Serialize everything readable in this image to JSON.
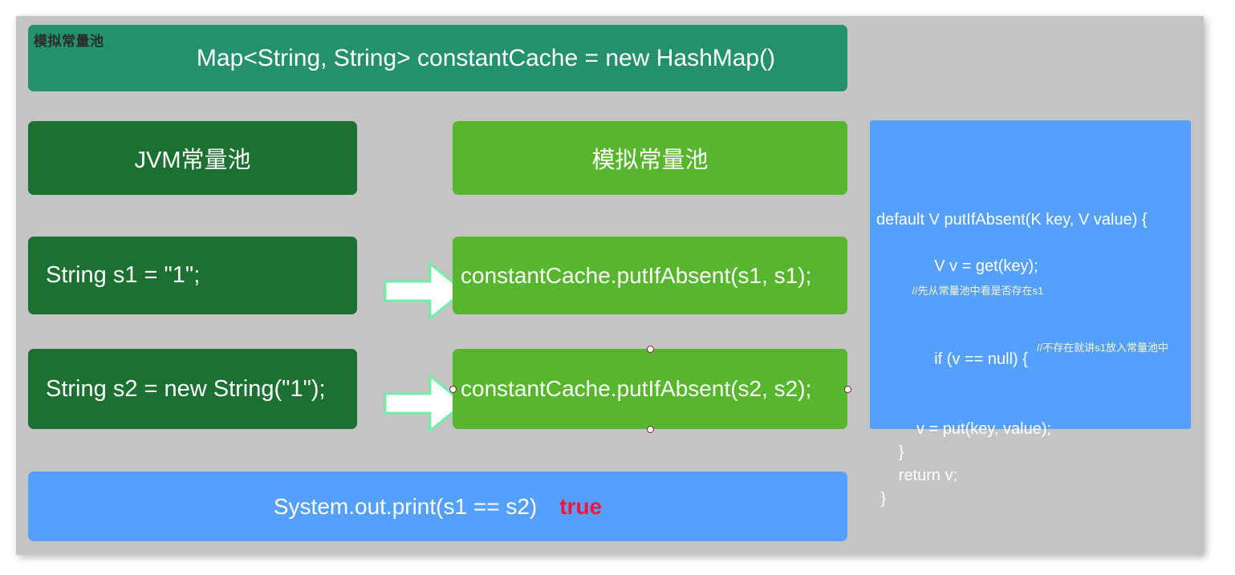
{
  "diagram": {
    "overlay_label": "模拟常量池",
    "header": {
      "text": "Map<String, String> constantCache = new HashMap()",
      "color": "#23906e"
    },
    "columns": {
      "jvm_pool_title": "JVM常量池",
      "sim_pool_title": "模拟常量池"
    },
    "rows": [
      {
        "left": "String s1 = \"1\";",
        "right": "constantCache.putIfAbsent(s1, s1);",
        "arrow": "right-arrow",
        "selected": false
      },
      {
        "left": "String s2 = new String(\"1\");",
        "right": "constantCache.putIfAbsent(s2, s2);",
        "arrow": "right-arrow",
        "selected": true
      }
    ],
    "code": {
      "line1": "default V putIfAbsent(K key, V value) {",
      "line2": "     V v = get(key);",
      "line2_comment": "//先从常量池中看是否存在s1",
      "line3": "     if (v == null) {",
      "line3_comment": "//不存在就讲s1放入常量池中",
      "line4": "         v = put(key, value);",
      "line5": "     }",
      "line6": "     return v;",
      "line7": " }",
      "color": "#55a0fc",
      "comment_color": "#f4f6cf"
    },
    "footer": {
      "statement": "System.out.print(s1 == s2)",
      "result": "true",
      "result_color": "#f5143c",
      "color": "#55a0fc"
    },
    "colors": {
      "canvas": "#c4c4c4",
      "dark_green": "#1b7032",
      "bright_green": "#57b62d",
      "teal": "#23906e",
      "arrow_fill": "#ffffff",
      "arrow_stroke": "#6ef0a8",
      "handle_border": "#7d1f1f"
    }
  }
}
